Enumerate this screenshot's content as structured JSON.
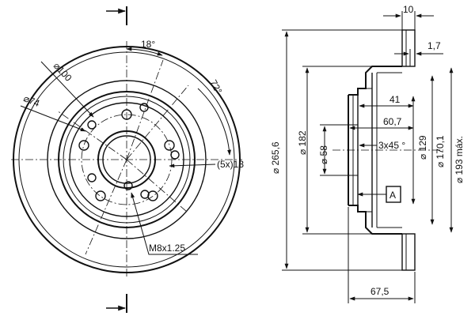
{
  "front_view": {
    "dia_100": "⌀100",
    "dia_74": "⌀74",
    "angle_18": "18°",
    "angle_72": "72°",
    "holes": "(5x)13",
    "thread": "M8x1.25"
  },
  "section_view": {
    "thickness_10": "10",
    "offset_1_7": "1,7",
    "dia_265_6": "⌀ 265,6",
    "dia_182": "⌀ 182",
    "dia_58": "⌀ 58",
    "len_41": "41",
    "len_60_7": "60,7",
    "chamfer": "3x45 °",
    "datum": "A",
    "dia_129": "⌀ 129",
    "dia_170_1": "⌀ 170,1",
    "dia_193_max": "⌀ 193 máx.",
    "height_67_5": "67,5"
  }
}
